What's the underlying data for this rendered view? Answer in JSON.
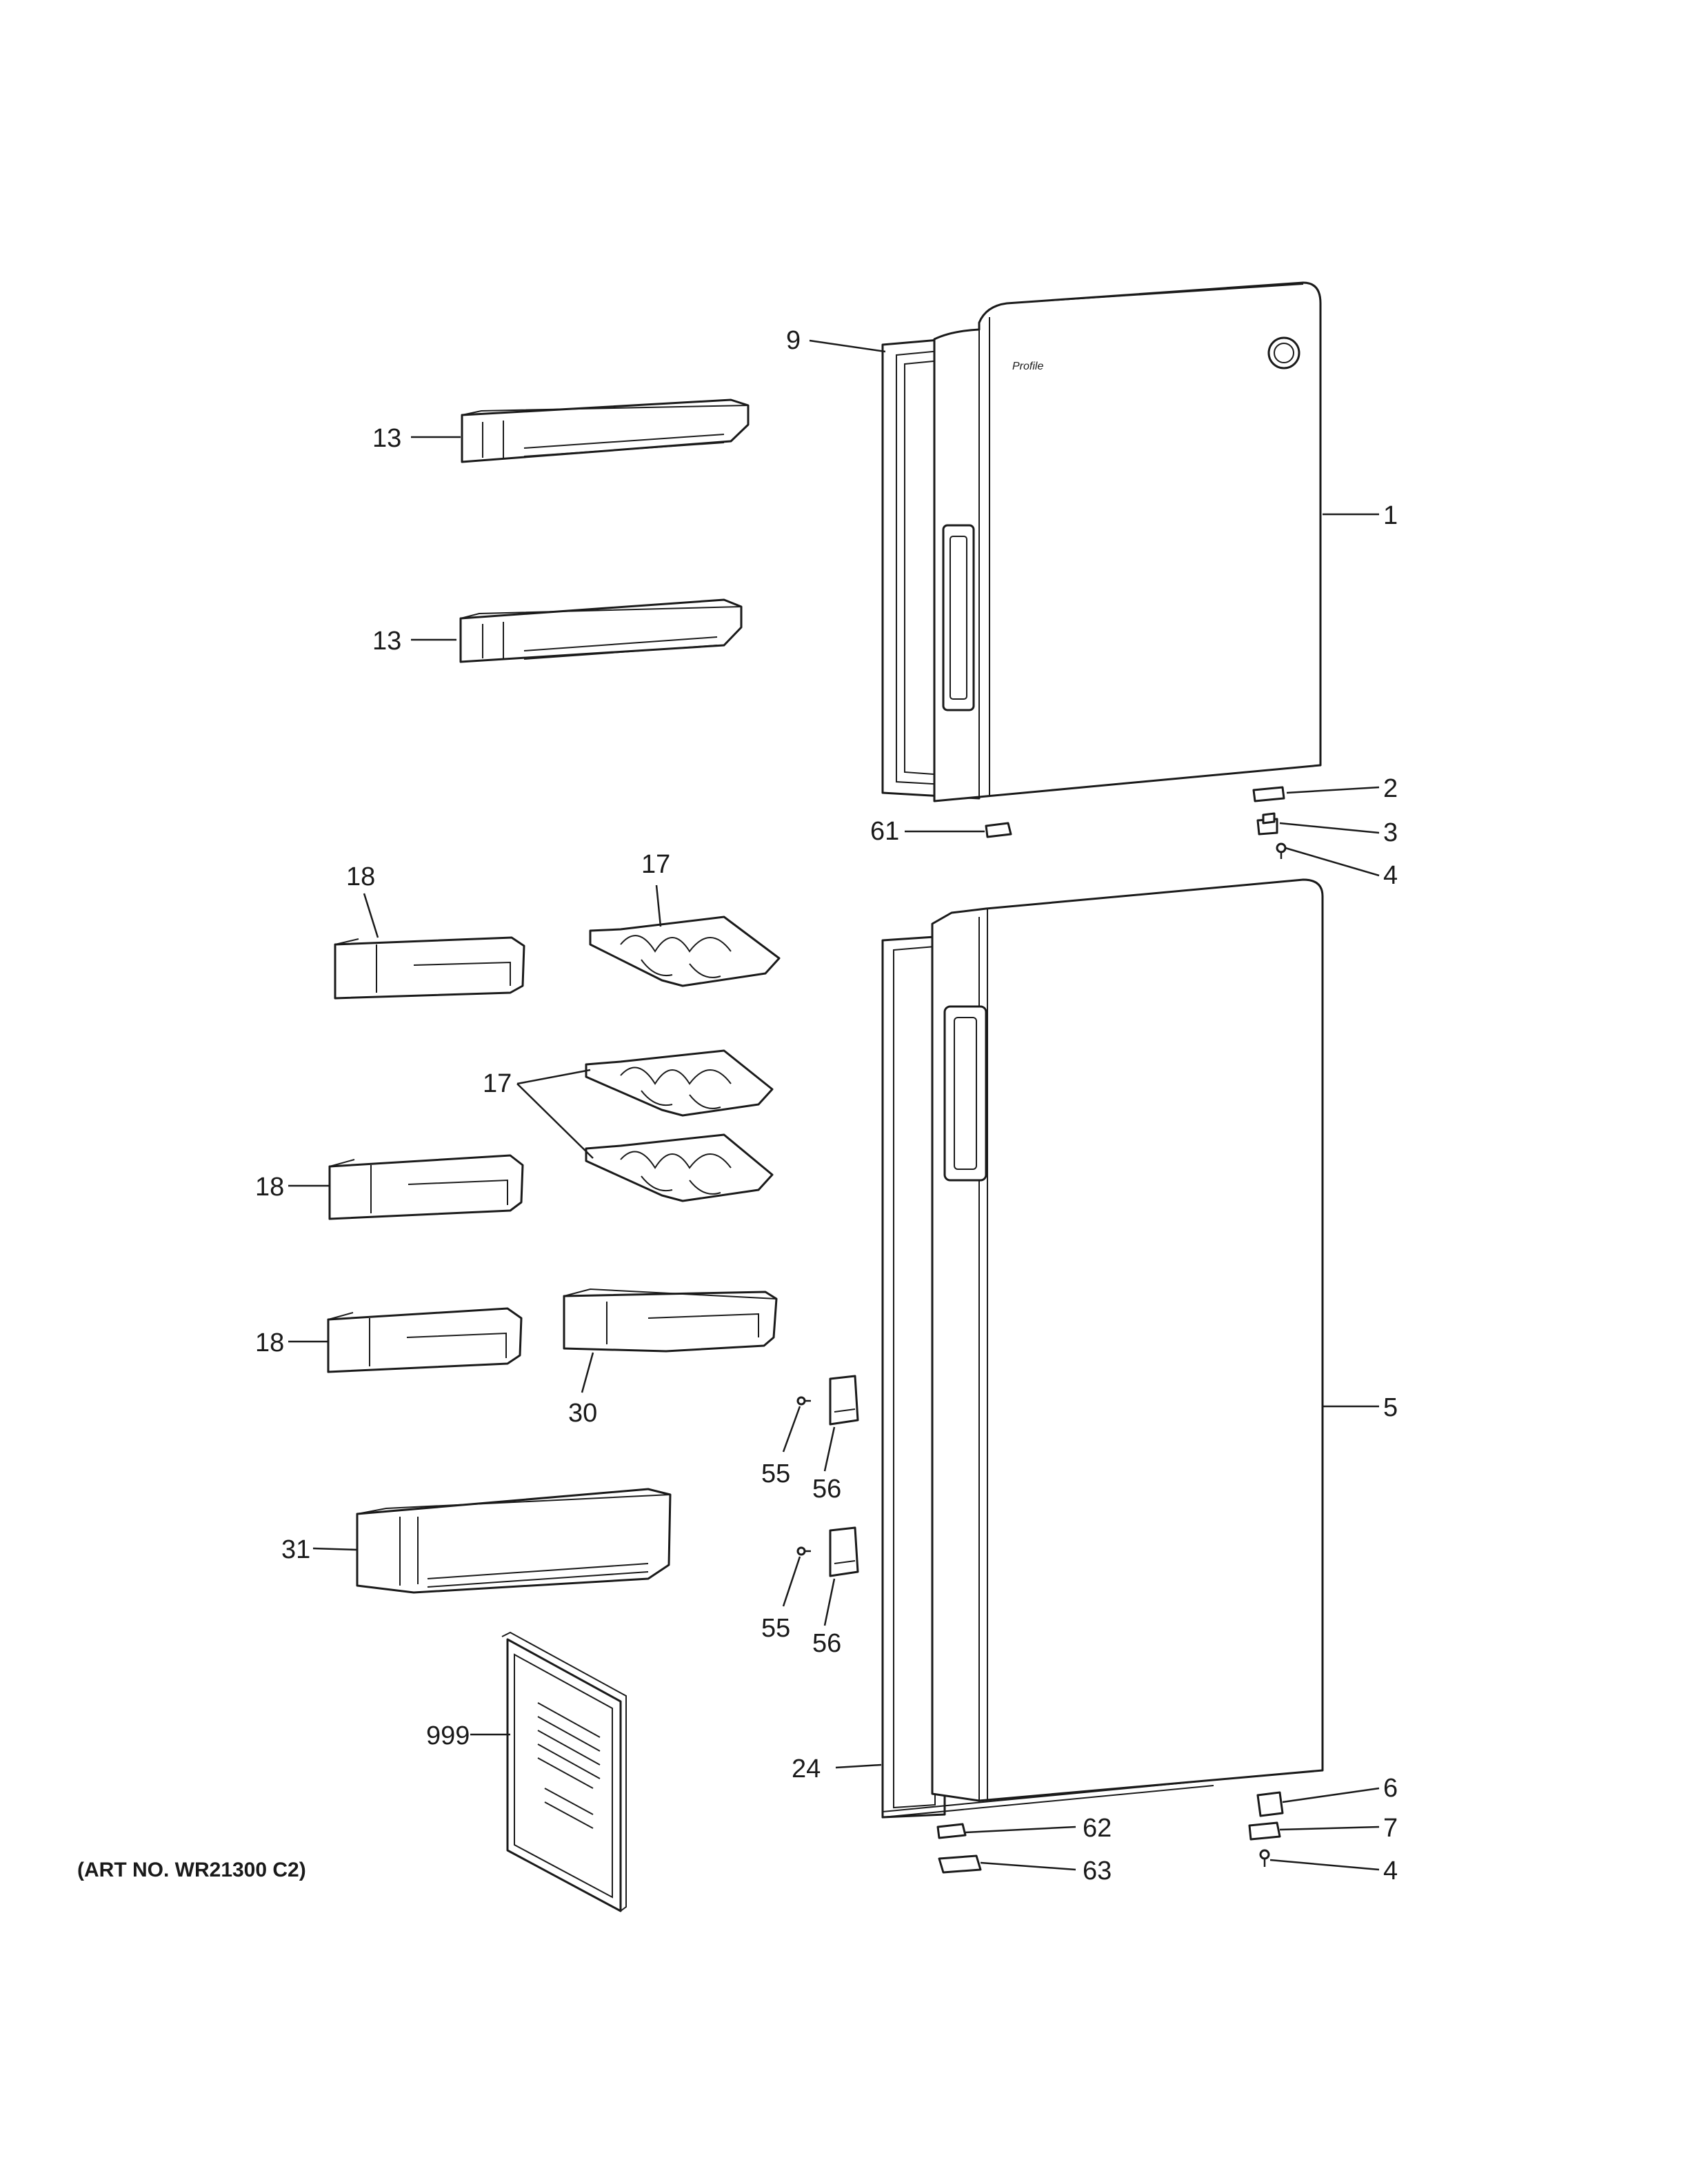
{
  "art_number": "(ART NO. WR21300 C2)",
  "brand_mark": "Profile",
  "callouts": [
    {
      "id": "c-9",
      "label": "9"
    },
    {
      "id": "c-1",
      "label": "1"
    },
    {
      "id": "c-13a",
      "label": "13"
    },
    {
      "id": "c-13b",
      "label": "13"
    },
    {
      "id": "c-2",
      "label": "2"
    },
    {
      "id": "c-61",
      "label": "61"
    },
    {
      "id": "c-3",
      "label": "3"
    },
    {
      "id": "c-4a",
      "label": "4"
    },
    {
      "id": "c-18a",
      "label": "18"
    },
    {
      "id": "c-17a",
      "label": "17"
    },
    {
      "id": "c-17b",
      "label": "17"
    },
    {
      "id": "c-18b",
      "label": "18"
    },
    {
      "id": "c-18c",
      "label": "18"
    },
    {
      "id": "c-30",
      "label": "30"
    },
    {
      "id": "c-5",
      "label": "5"
    },
    {
      "id": "c-55a",
      "label": "55"
    },
    {
      "id": "c-56a",
      "label": "56"
    },
    {
      "id": "c-31",
      "label": "31"
    },
    {
      "id": "c-55b",
      "label": "55"
    },
    {
      "id": "c-56b",
      "label": "56"
    },
    {
      "id": "c-999",
      "label": "999"
    },
    {
      "id": "c-24",
      "label": "24"
    },
    {
      "id": "c-6",
      "label": "6"
    },
    {
      "id": "c-62",
      "label": "62"
    },
    {
      "id": "c-7",
      "label": "7"
    },
    {
      "id": "c-63",
      "label": "63"
    },
    {
      "id": "c-4b",
      "label": "4"
    }
  ]
}
